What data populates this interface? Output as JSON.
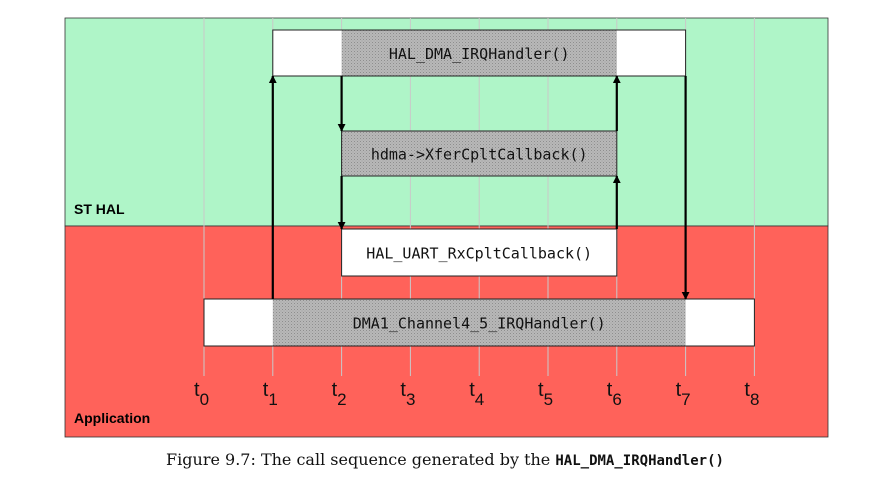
{
  "layers": {
    "top": {
      "label": "ST HAL",
      "color": "#aff5c8"
    },
    "bottom": {
      "label": "Application",
      "color": "#ff625a"
    }
  },
  "colors": {
    "grid": "#c9c9c9",
    "box_fill": "#ffffff",
    "active_fill": "#b5b5b5",
    "arrow": "#000000"
  },
  "timeline": {
    "ticks": [
      "t0",
      "t1",
      "t2",
      "t3",
      "t4",
      "t5",
      "t6",
      "t7",
      "t8"
    ],
    "tick_base": "t",
    "tick_subs": [
      "0",
      "1",
      "2",
      "3",
      "4",
      "5",
      "6",
      "7",
      "8"
    ]
  },
  "functions": [
    {
      "id": "hal_dma_irq",
      "label": "HAL_DMA_IRQHandler()",
      "layer": "top",
      "start_tick": 1,
      "end_tick": 7,
      "active_from": 2,
      "active_to": 6
    },
    {
      "id": "xfer_cplt",
      "label": "hdma->XferCpltCallback()",
      "layer": "top",
      "start_tick": 2,
      "end_tick": 6,
      "active_from": 2,
      "active_to": 6
    },
    {
      "id": "uart_rx_cplt",
      "label": "HAL_UART_RxCpltCallback()",
      "layer": "bottom",
      "start_tick": 2,
      "end_tick": 6,
      "active_from": null,
      "active_to": null
    },
    {
      "id": "dma1_ch45_irq",
      "label": "DMA1_Channel4_5_IRQHandler()",
      "layer": "bottom",
      "start_tick": 0,
      "end_tick": 8,
      "active_from": 1,
      "active_to": 7
    }
  ],
  "calls": [
    {
      "from": "dma1_ch45_irq",
      "to": "hal_dma_irq",
      "tick": 1,
      "direction": "up"
    },
    {
      "from": "hal_dma_irq",
      "to": "xfer_cplt",
      "tick": 2,
      "direction": "down"
    },
    {
      "from": "xfer_cplt",
      "to": "uart_rx_cplt",
      "tick": 2,
      "direction": "down"
    },
    {
      "from": "uart_rx_cplt",
      "to": "xfer_cplt",
      "tick": 6,
      "direction": "up"
    },
    {
      "from": "xfer_cplt",
      "to": "hal_dma_irq",
      "tick": 6,
      "direction": "up"
    },
    {
      "from": "hal_dma_irq",
      "to": "dma1_ch45_irq",
      "tick": 7,
      "direction": "down"
    }
  ],
  "caption": {
    "text": "Figure 9.7: The call sequence generated by the ",
    "code": "HAL_DMA_IRQHandler()"
  }
}
